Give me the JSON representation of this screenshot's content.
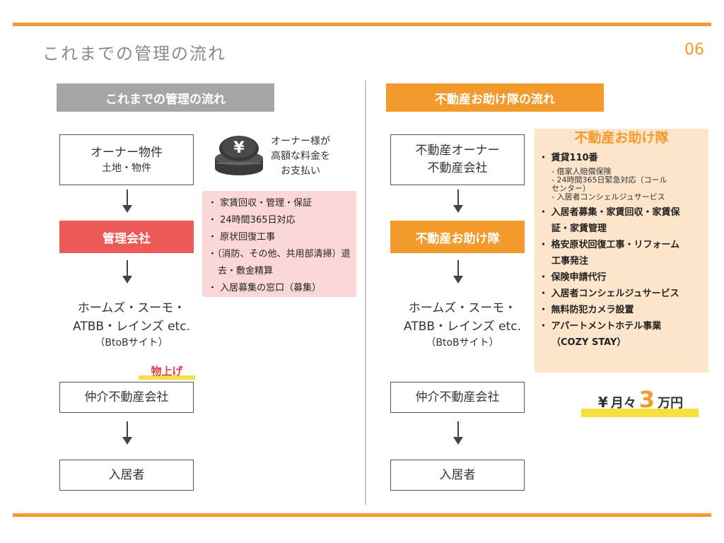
{
  "page": {
    "title": "これまでの管理の流れ",
    "page_number": "06",
    "accent_color": "#f39a2c",
    "red_color": "#ec5a58",
    "gray_color": "#a6a6a6"
  },
  "left": {
    "header": "これまでの管理の流れ",
    "owner_box": {
      "line1": "オーナー物件",
      "line2": "土地・物件"
    },
    "coin_icon": "yen-coin-stack-icon",
    "owner_note": [
      "オーナー様が",
      "高額な料金を",
      "お支払い"
    ],
    "management_box": "管理会社",
    "management_services": [
      "・ 家賃回収・管理・保証",
      "・ 24時間365日対応",
      "・ 原状回復工事",
      "・（消防、その他、共用部清掃）退去・敷金精算",
      "・ 入居募集の窓口（募集）"
    ],
    "portals": {
      "line1": "ホームズ・スーモ・",
      "line2": "ATBB・レインズ etc.",
      "line3": "（BtoBサイト）"
    },
    "markup_label": "物上げ",
    "broker_box": "仲介不動産会社",
    "tenant_box": "入居者"
  },
  "right": {
    "header": "不動産お助け隊の流れ",
    "owner_box": {
      "line1": "不動産オーナー",
      "line2": "不動産会社"
    },
    "otasuke_box": "不動産お助け隊",
    "portals": {
      "line1": "ホームズ・スーモ・",
      "line2": "ATBB・レインズ etc.",
      "line3": "（BtoBサイト）"
    },
    "broker_box": "仲介不動産会社",
    "tenant_box": "入居者",
    "services_title": "不動産お助け隊",
    "services": {
      "s1": "・ 賃貸110番",
      "s1_sub": [
        "- 借家人賠償保険",
        "- 24時間365日緊急対応（コール",
        "センター）",
        "- 入居者コンシェルジュサービス"
      ],
      "s2": [
        "・ 入居者募集・家賃回収・家賃保",
        "証・家賃管理"
      ],
      "s3": [
        "・ 格安原状回復工事・リフォーム",
        "工事発注"
      ],
      "s4": "・ 保険申請代行",
      "s5": "・ 入居者コンシェルジュサービス",
      "s6": "・ 無料防犯カメラ設置",
      "s7": [
        "・ アパートメントホテル事業",
        "（COZY STAY）"
      ]
    },
    "price": {
      "yen_sign": "¥",
      "prefix": "月々",
      "amount": "3",
      "unit": "万円"
    }
  }
}
